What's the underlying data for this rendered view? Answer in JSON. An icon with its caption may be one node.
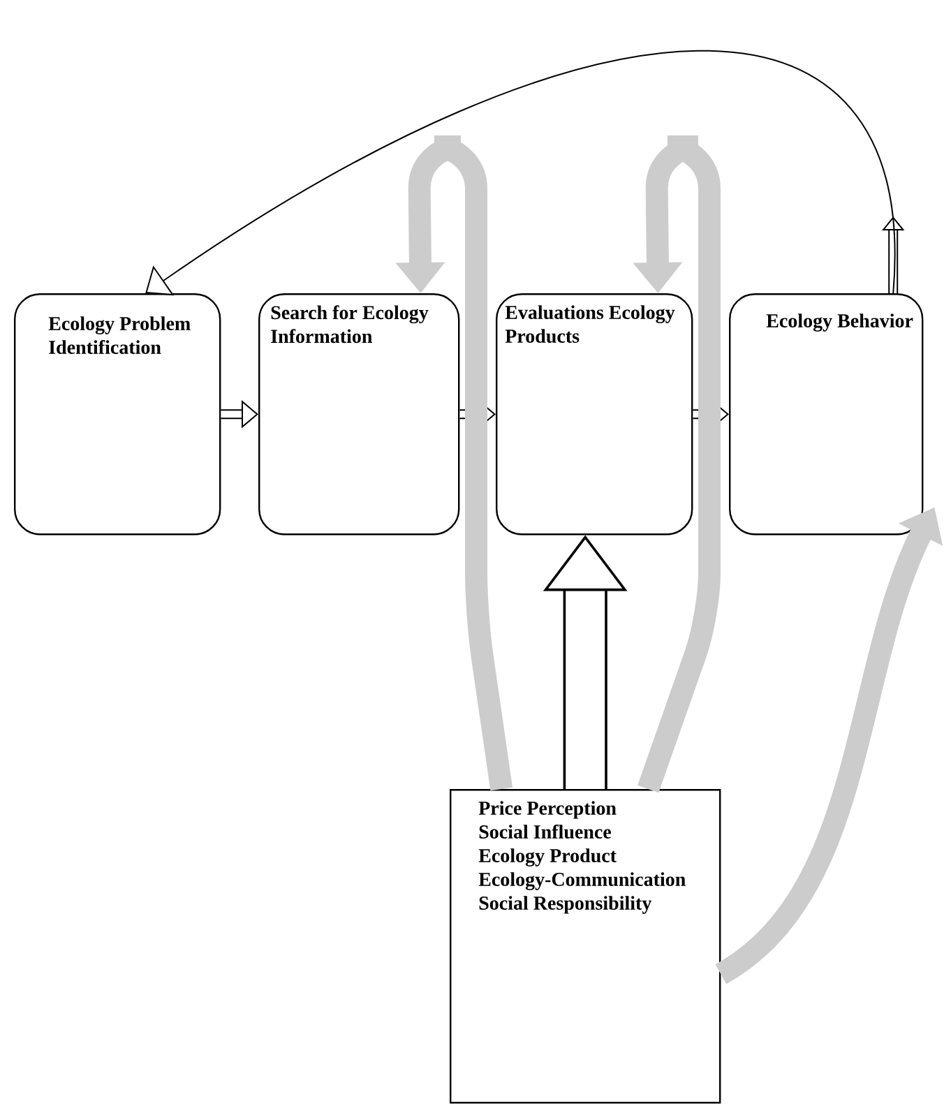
{
  "diagram": {
    "nodes": [
      {
        "text": [
          "Ecology Problem Identification"
        ]
      },
      {
        "text": [
          "Search for Ecology Information"
        ]
      },
      {
        "text": [
          "Evaluations Ecology Products"
        ]
      },
      {
        "text": [
          "Ecology Behavior"
        ]
      },
      {
        "text": [
          "Price Perception",
          "Social Influence",
          "Ecology Product",
          "Ecology-Communication",
          "Social Responsibility"
        ]
      }
    ],
    "edges": [
      {
        "from": 0,
        "to": 1,
        "arrow": "to"
      },
      {
        "from": 1,
        "to": 2,
        "arrow": "to"
      },
      {
        "from": 2,
        "to": 3,
        "arrow": "to"
      },
      {
        "from": 3,
        "to": 0,
        "arrow": "to"
      },
      {
        "from": 4,
        "to": 2,
        "arrow": "to",
        "style": "thick"
      },
      {
        "from": 4,
        "to": 1,
        "arrow": "to",
        "style": "thick",
        "color": "#cccccc"
      },
      {
        "from": 4,
        "to": 2,
        "arrow": "to",
        "style": "thick",
        "color": "#cccccc"
      },
      {
        "from": 4,
        "to": 3,
        "arrow": "to",
        "style": "thick",
        "color": "#cccccc"
      }
    ]
  }
}
